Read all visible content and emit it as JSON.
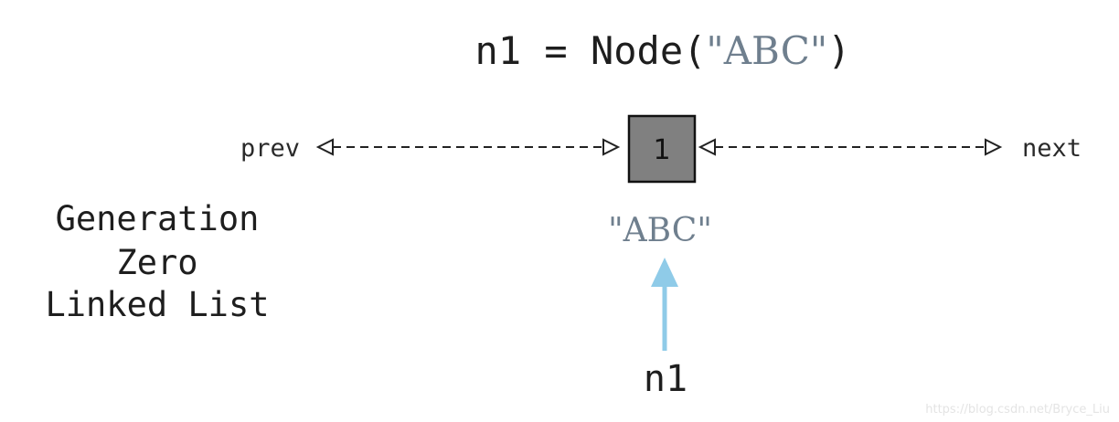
{
  "title": {
    "code_prefix": "n1 = Node(",
    "code_string": "\"ABC\"",
    "code_suffix": ")"
  },
  "pointers": {
    "prev_label": "prev",
    "next_label": "next"
  },
  "node": {
    "value": "1",
    "fill_color": "#808080",
    "data_label": "\"ABC\""
  },
  "caption": {
    "line1": "Generation",
    "line2": "Zero",
    "line3": "Linked List"
  },
  "variable": {
    "name": "n1",
    "arrow_color": "#8fcbe8"
  },
  "watermark": "https://blog.csdn.net/Bryce_Liu"
}
